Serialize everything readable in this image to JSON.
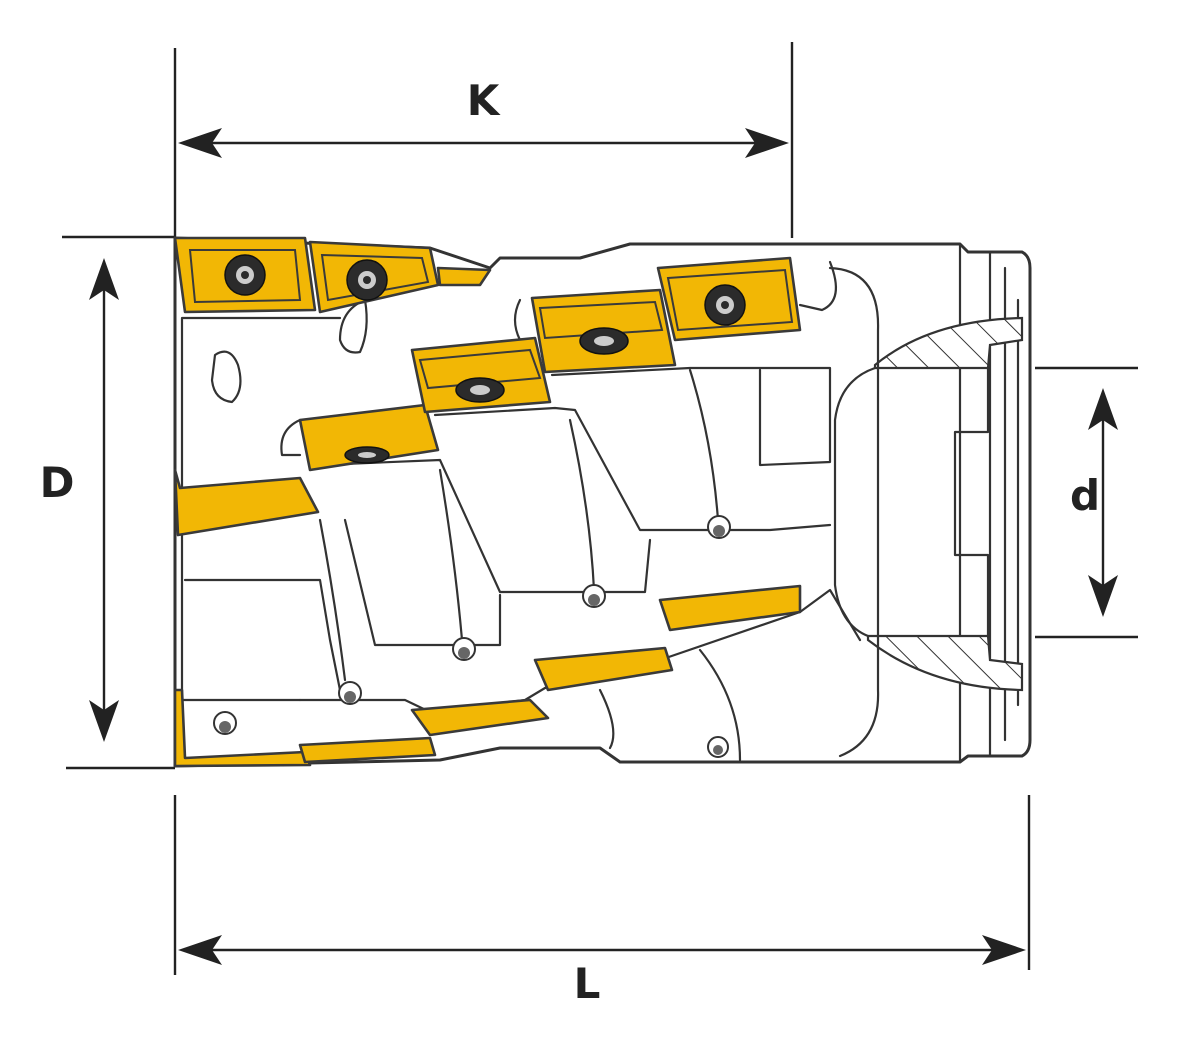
{
  "labels": {
    "K": "K",
    "D": "D",
    "d": "d",
    "L": "L"
  },
  "colors": {
    "insert": "#F2B705",
    "insert_dark": "#E0A100",
    "line": "#333333",
    "body": "#ffffff"
  },
  "icons": {
    "screw": "torx-screw-icon",
    "coolant_hole": "coolant-hole-icon"
  }
}
